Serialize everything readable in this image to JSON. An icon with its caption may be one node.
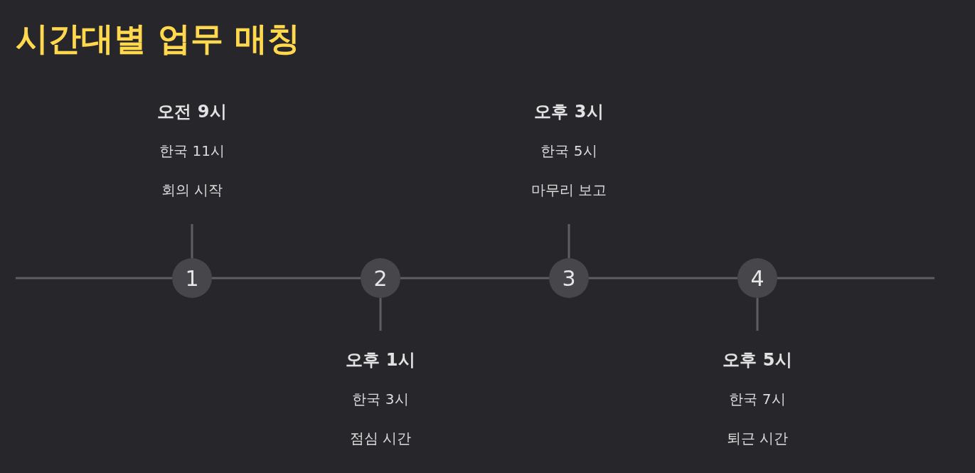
{
  "diagram": {
    "title": "시간대별 업무 매칭",
    "nodes": [
      {
        "text": [
          "1"
        ]
      },
      {
        "text": [
          "2"
        ]
      },
      {
        "text": [
          "3"
        ]
      },
      {
        "text": [
          "4"
        ]
      },
      {
        "text": [
          "오전 9시",
          "한국 11시",
          "회의 시작"
        ]
      },
      {
        "text": [
          "오후 1시",
          "한국 3시",
          "점심 시간"
        ]
      },
      {
        "text": [
          "오후 3시",
          "한국 5시",
          "마무리 보고"
        ]
      },
      {
        "text": [
          "오후 5시",
          "한국 7시",
          "퇴근 시간"
        ]
      }
    ],
    "edges": [
      {
        "from": null,
        "to": 0,
        "arrow": "none"
      },
      {
        "from": 0,
        "to": 1,
        "arrow": "none"
      },
      {
        "from": 1,
        "to": 2,
        "arrow": "none"
      },
      {
        "from": 2,
        "to": 3,
        "arrow": "none"
      },
      {
        "from": 3,
        "to": null,
        "arrow": "none"
      },
      {
        "from": 4,
        "to": 0,
        "arrow": "none"
      },
      {
        "from": 5,
        "to": 1,
        "arrow": "none"
      },
      {
        "from": 6,
        "to": 2,
        "arrow": "none"
      },
      {
        "from": 7,
        "to": 3,
        "arrow": "none"
      }
    ]
  }
}
